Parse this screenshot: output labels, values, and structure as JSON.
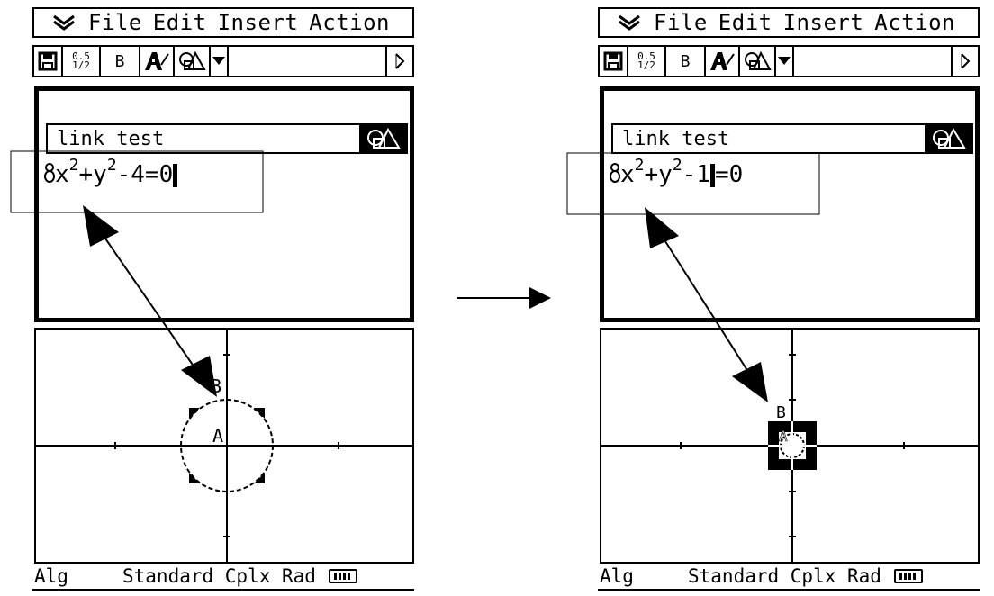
{
  "screens": {
    "before": {
      "menu": [
        "File",
        "Edit",
        "Insert",
        "Action"
      ],
      "toolbar": {
        "frac_top": "0.5",
        "frac_bottom": "1/2",
        "bold_label": "B"
      },
      "link_title": "link test",
      "equation": {
        "c1": "x",
        "c2": "+y",
        "c3": "-4=0"
      },
      "point_labels": {
        "b": "B",
        "a": "A"
      },
      "status": {
        "alg": "Alg",
        "mode": "Standard Cplx Rad"
      }
    },
    "after": {
      "menu": [
        "File",
        "Edit",
        "Insert",
        "Action"
      ],
      "toolbar": {
        "frac_top": "0.5",
        "frac_bottom": "1/2",
        "bold_label": "B"
      },
      "link_title": "link test",
      "equation": {
        "c1": "x",
        "c2": "+y",
        "c3": "-1",
        "c4": "=0"
      },
      "point_labels": {
        "b": "B",
        "a": "A"
      },
      "status": {
        "alg": "Alg",
        "mode": "Standard Cplx Rad"
      }
    }
  },
  "exponent": "2",
  "icons": [
    "menu-chevron-icon",
    "save-icon",
    "font-style-icon",
    "geometry-link-icon",
    "dropdown-arrow-icon",
    "scroll-right-icon",
    "battery-icon"
  ]
}
